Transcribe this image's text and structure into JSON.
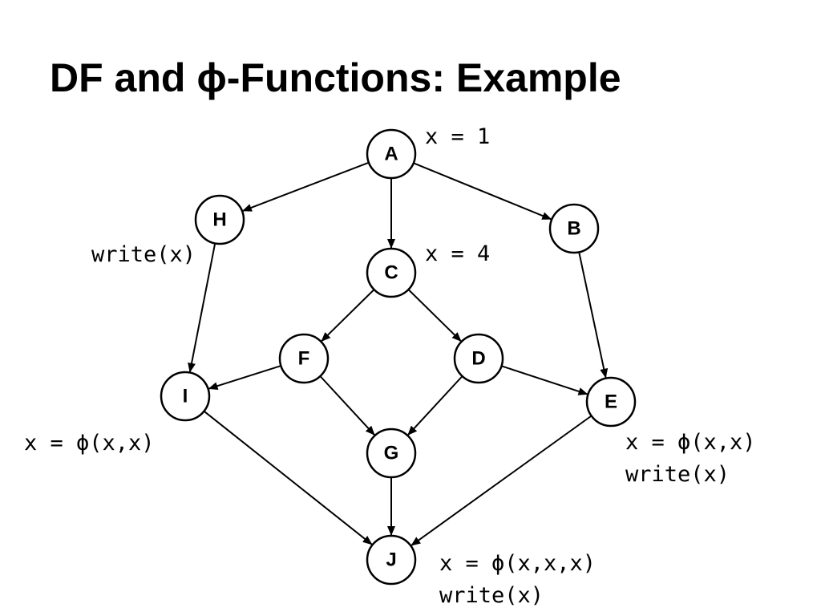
{
  "title": "DF and ϕ-Functions: Example",
  "nodes": [
    {
      "id": "A",
      "label": "A"
    },
    {
      "id": "B",
      "label": "B"
    },
    {
      "id": "C",
      "label": "C"
    },
    {
      "id": "D",
      "label": "D"
    },
    {
      "id": "E",
      "label": "E"
    },
    {
      "id": "F",
      "label": "F"
    },
    {
      "id": "G",
      "label": "G"
    },
    {
      "id": "H",
      "label": "H"
    },
    {
      "id": "I",
      "label": "I"
    },
    {
      "id": "J",
      "label": "J"
    }
  ],
  "edges": [
    {
      "from": "A",
      "to": "H"
    },
    {
      "from": "A",
      "to": "C"
    },
    {
      "from": "A",
      "to": "B"
    },
    {
      "from": "H",
      "to": "I"
    },
    {
      "from": "B",
      "to": "E"
    },
    {
      "from": "C",
      "to": "F"
    },
    {
      "from": "C",
      "to": "D"
    },
    {
      "from": "F",
      "to": "I"
    },
    {
      "from": "F",
      "to": "G"
    },
    {
      "from": "D",
      "to": "G"
    },
    {
      "from": "D",
      "to": "E"
    },
    {
      "from": "I",
      "to": "J"
    },
    {
      "from": "G",
      "to": "J"
    },
    {
      "from": "E",
      "to": "J"
    }
  ],
  "annotations": {
    "A": [
      "x = 1"
    ],
    "C": [
      "x = 4"
    ],
    "H": [
      "write(x)"
    ],
    "I": [
      "x = ϕ(x,x)"
    ],
    "E": [
      "x = ϕ(x,x)",
      "write(x)"
    ],
    "J": [
      "x = ϕ(x,x,x)",
      "write(x)"
    ]
  }
}
